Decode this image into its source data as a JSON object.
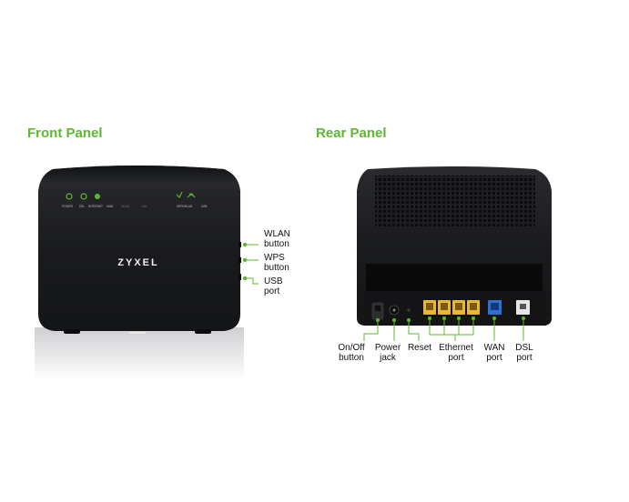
{
  "colors": {
    "accent": "#5cb82e",
    "device_body": "#1b1c1f",
    "device_top": "#27282c",
    "port_yellow": "#e8b632",
    "port_blue": "#2f6fd0",
    "port_white": "#e6e6e6"
  },
  "front_panel": {
    "title": "Front Panel",
    "brand": "ZYXEL",
    "led_labels": [
      "POWER",
      "DSL",
      "INTERNET",
      "WAN",
      "WLAN",
      "LAN",
      "WPS/WLAN",
      "USB"
    ],
    "callouts": [
      {
        "id": "wlan-button",
        "line1": "WLAN",
        "line2": "button"
      },
      {
        "id": "wps-button",
        "line1": "WPS",
        "line2": "button"
      },
      {
        "id": "usb-port",
        "line1": "USB",
        "line2": "port"
      }
    ]
  },
  "rear_panel": {
    "title": "Rear Panel",
    "callouts": [
      {
        "id": "on-off-button",
        "line1": "On/Off",
        "line2": "button"
      },
      {
        "id": "power-jack",
        "line1": "Power",
        "line2": "jack"
      },
      {
        "id": "reset",
        "line1": "Reset",
        "line2": ""
      },
      {
        "id": "ethernet-port",
        "line1": "Ethernet",
        "line2": "port"
      },
      {
        "id": "wan-port",
        "line1": "WAN",
        "line2": "port"
      },
      {
        "id": "dsl-port",
        "line1": "DSL",
        "line2": "port"
      }
    ]
  }
}
